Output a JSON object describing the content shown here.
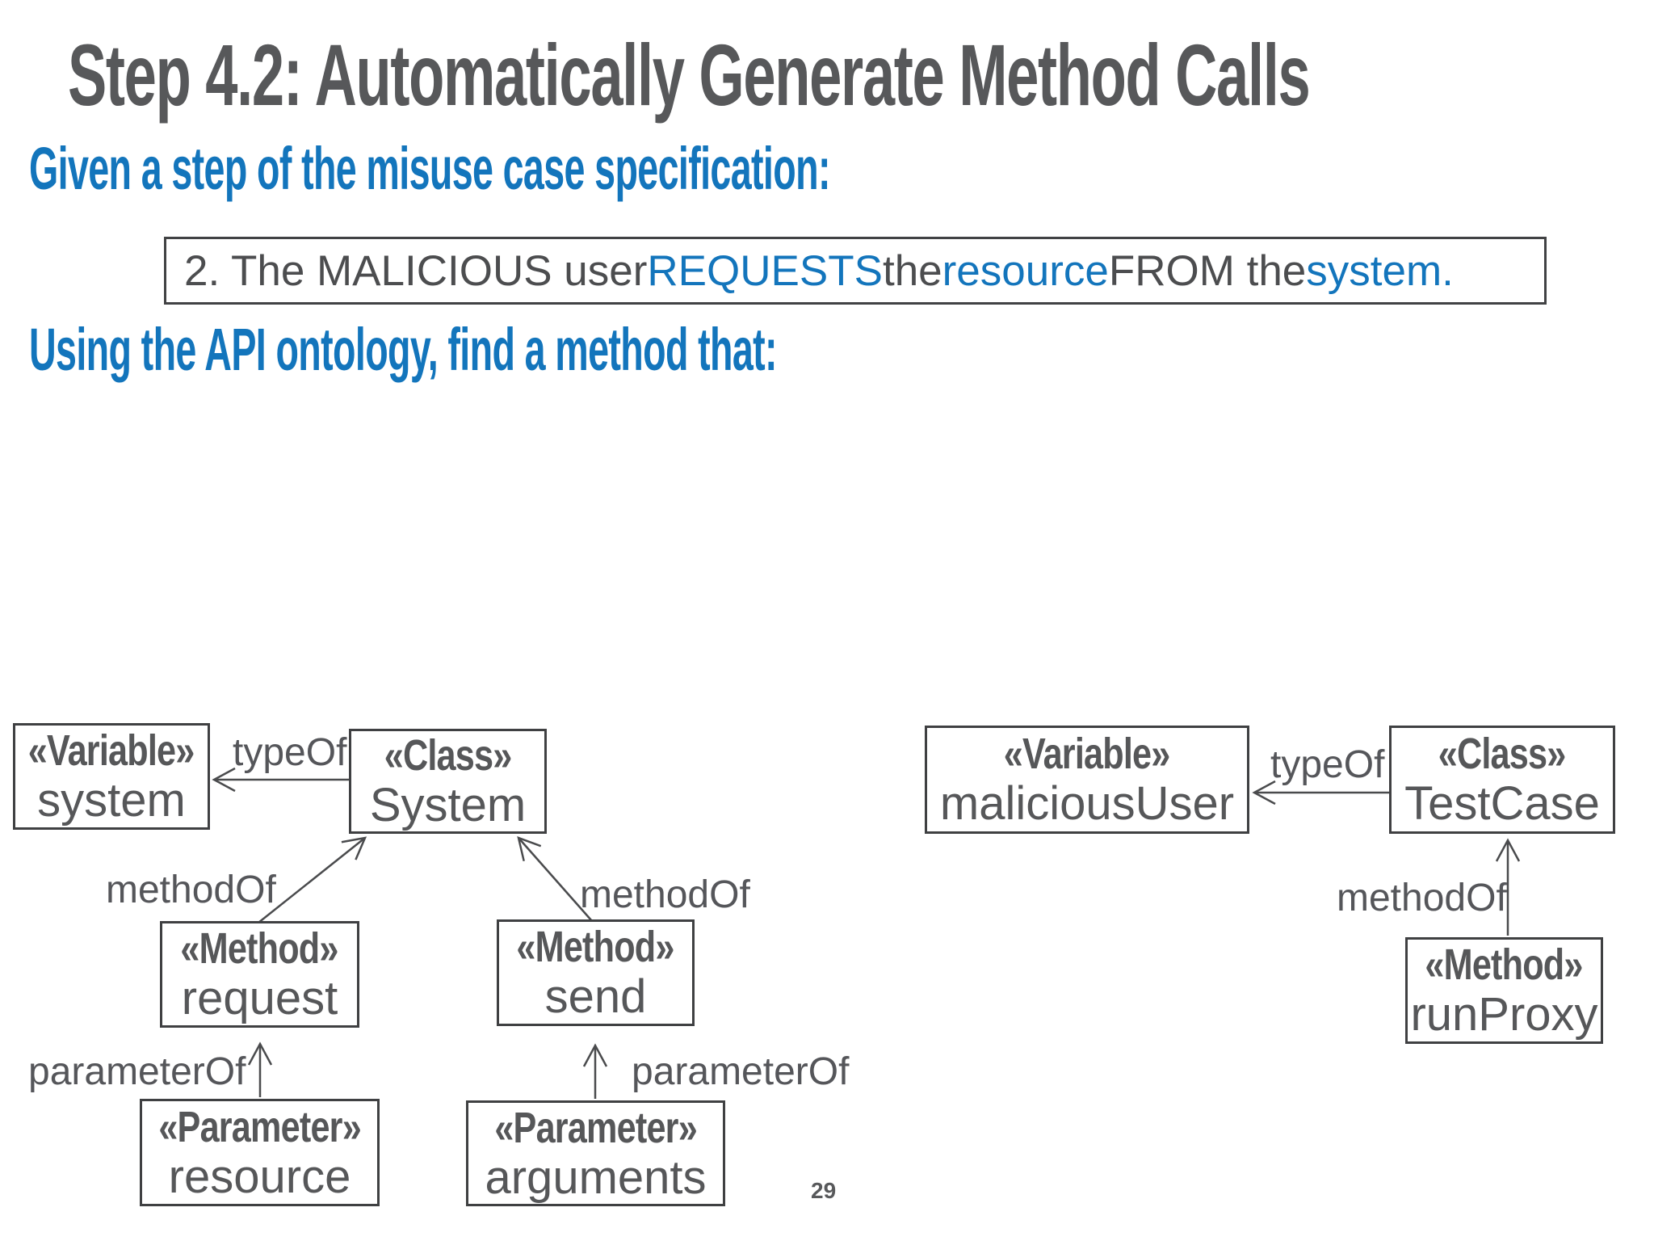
{
  "slide": {
    "title": "Step 4.2: Automatically Generate Method Calls",
    "heading_given": "Given a step of the misuse case specification:",
    "heading_using": "Using the API ontology, find a method that:",
    "page_number": "29",
    "colors": {
      "accent_blue": "#1375BC",
      "title_gray": "#57585A",
      "diagram_text_gray": "#565759",
      "box_border": "#3F4042"
    }
  },
  "spec": {
    "segments": [
      {
        "text": "2. The MALICIOUS user ",
        "color": "gray"
      },
      {
        "text": "REQUESTS",
        "color": "blue"
      },
      {
        "text": " the ",
        "color": "gray"
      },
      {
        "text": "resource",
        "color": "blue"
      },
      {
        "text": " FROM the ",
        "color": "gray"
      },
      {
        "text": "system.",
        "color": "blue"
      }
    ]
  },
  "diagram": {
    "nodes": [
      {
        "id": "variable-system",
        "stereotype": "«Variable»",
        "name": "system"
      },
      {
        "id": "class-system",
        "stereotype": "«Class»",
        "name": "System"
      },
      {
        "id": "method-request",
        "stereotype": "«Method»",
        "name": "request"
      },
      {
        "id": "method-send",
        "stereotype": "«Method»",
        "name": "send"
      },
      {
        "id": "parameter-resource",
        "stereotype": "«Parameter»",
        "name": "resource"
      },
      {
        "id": "parameter-arguments",
        "stereotype": "«Parameter»",
        "name": "arguments"
      },
      {
        "id": "variable-maliciousUser",
        "stereotype": "«Variable»",
        "name": "maliciousUser"
      },
      {
        "id": "class-testCase",
        "stereotype": "«Class»",
        "name": "TestCase"
      },
      {
        "id": "method-runProxy",
        "stereotype": "«Method»",
        "name": "runProxy"
      }
    ],
    "labels": [
      {
        "id": "typeof-left",
        "text": "typeOf"
      },
      {
        "id": "methodof-left",
        "text": "methodOf"
      },
      {
        "id": "methodof-mid",
        "text": "methodOf"
      },
      {
        "id": "parameterof-left",
        "text": "parameterOf"
      },
      {
        "id": "parameterof-right",
        "text": "parameterOf"
      },
      {
        "id": "typeof-right",
        "text": "typeOf"
      },
      {
        "id": "methodof-right",
        "text": "methodOf"
      }
    ]
  }
}
